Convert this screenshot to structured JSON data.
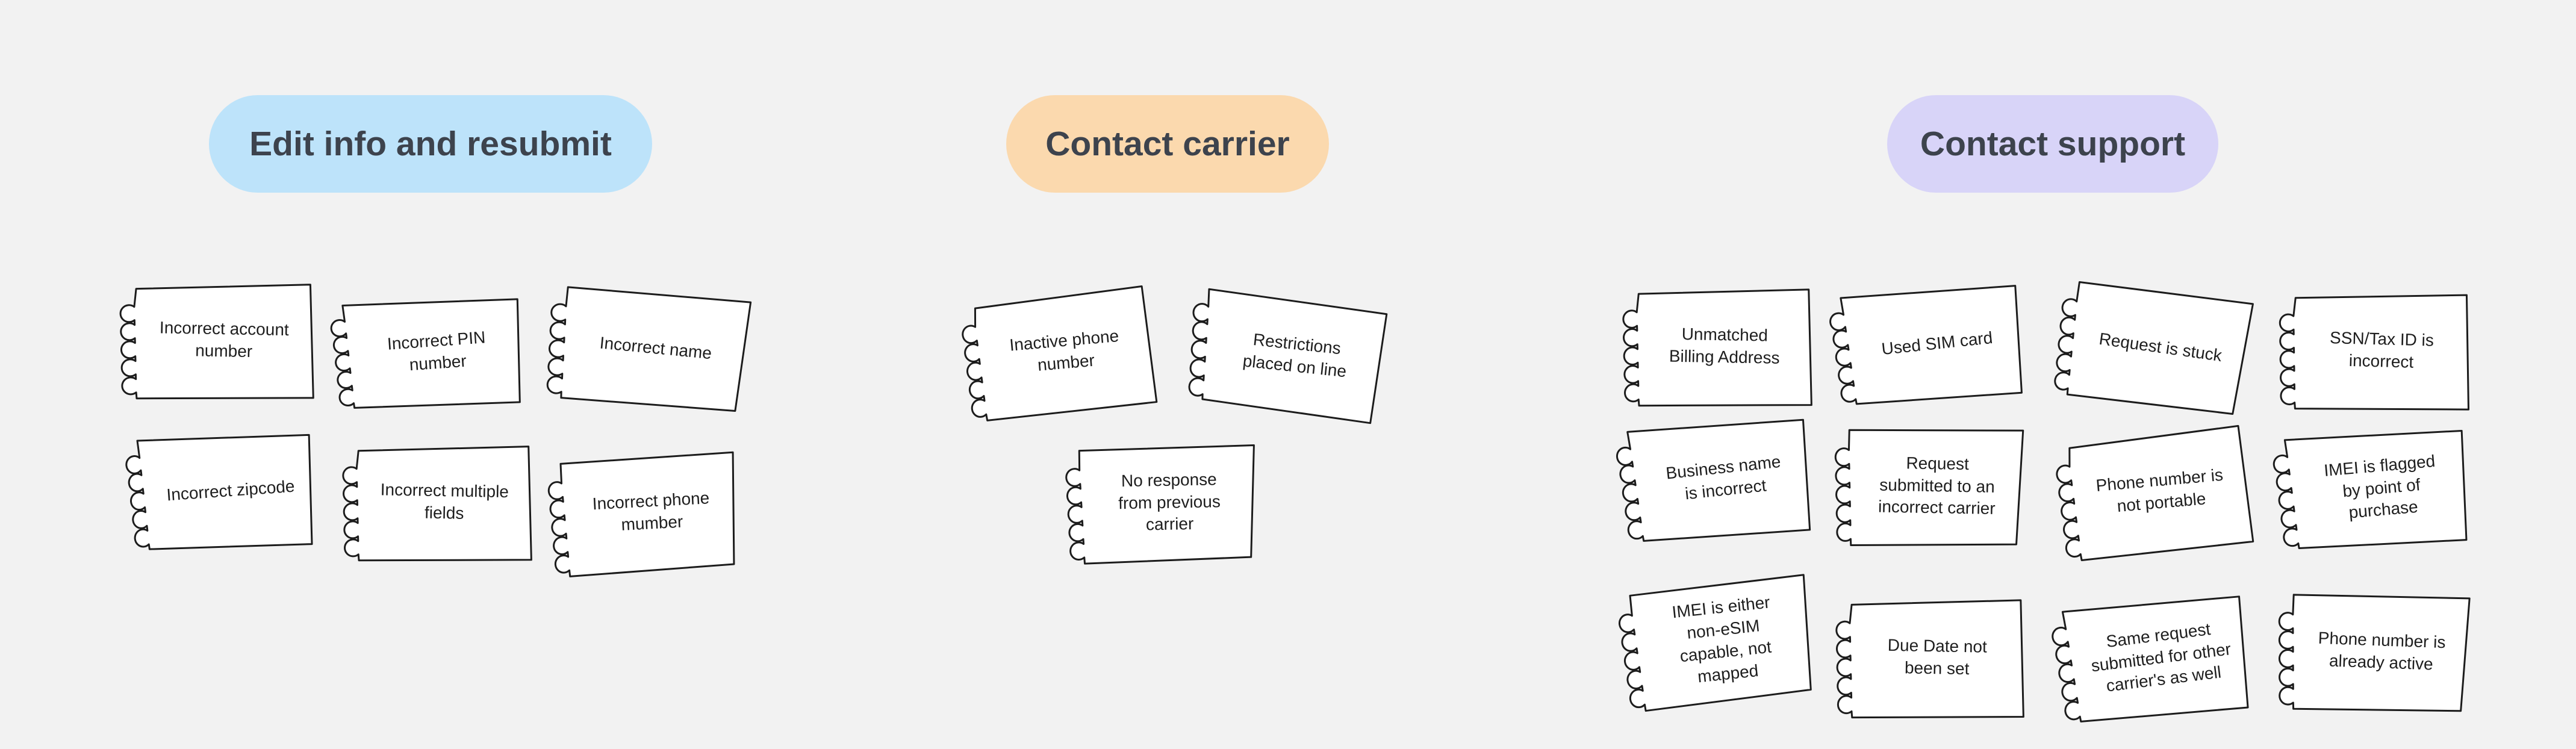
{
  "board": {
    "background": "#F2F2F2"
  },
  "note_style": {
    "paper_color": "#FFFFFF",
    "stroke_color": "#1C1C1C",
    "text_color": "#1E1E1E"
  },
  "groups": [
    {
      "id": "edit-info-and-resubmit",
      "label": "Edit info and resubmit",
      "pill_color": "#BDE3FA",
      "label_color": "#3D434D",
      "notes": [
        {
          "text": "Incorrect account number"
        },
        {
          "text": "Incorrect PIN number"
        },
        {
          "text": "Incorrect name"
        },
        {
          "text": "Incorrect zipcode"
        },
        {
          "text": "Incorrect multiple fields"
        },
        {
          "text": "Incorrect phone mumber"
        }
      ]
    },
    {
      "id": "contact-carrier",
      "label": "Contact carrier",
      "pill_color": "#FBD9AE",
      "label_color": "#3D434D",
      "notes": [
        {
          "text": "Inactive phone number"
        },
        {
          "text": "Restrictions placed on line"
        },
        {
          "text": "No response from previous carrier"
        }
      ]
    },
    {
      "id": "contact-support",
      "label": "Contact support",
      "pill_color": "#D8D4F8",
      "label_color": "#3D434D",
      "notes": [
        {
          "text": "Unmatched Billing Address"
        },
        {
          "text": "Used SIM card"
        },
        {
          "text": "Request is stuck"
        },
        {
          "text": "SSN/Tax ID is incorrect"
        },
        {
          "text": "Business name is incorrect"
        },
        {
          "text": "Request submitted to an incorrect carrier"
        },
        {
          "text": "Phone number is not portable"
        },
        {
          "text": "IMEI is flagged by point of purchase"
        },
        {
          "text": "IMEI is either non-eSIM capable, not mapped"
        },
        {
          "text": "Due Date not been set"
        },
        {
          "text": "Same request submitted for other carrier's as well"
        },
        {
          "text": "Phone number is already active"
        }
      ]
    }
  ]
}
